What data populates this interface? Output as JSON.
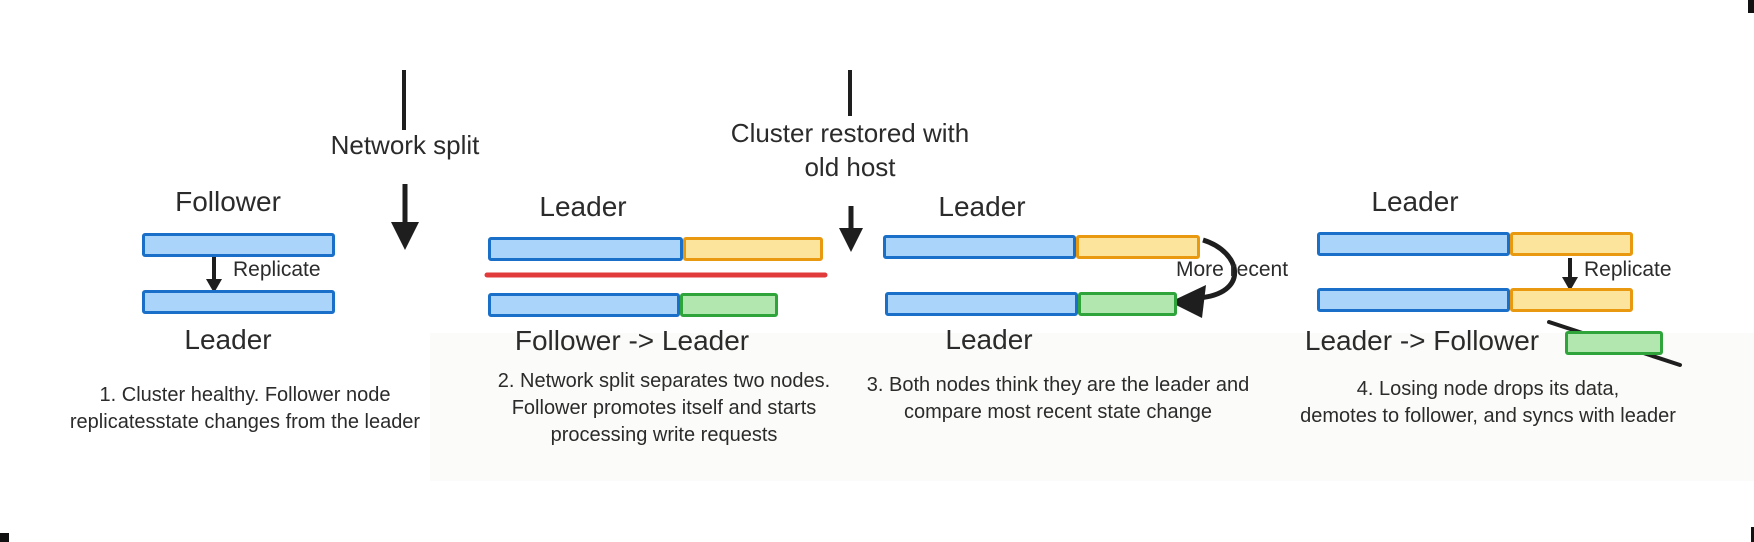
{
  "colors": {
    "bar-blue-fill": "#ABD4FA",
    "bar-blue-border": "#1A70C8",
    "bar-orange-fill": "#FCE49C",
    "bar-orange-border": "#E8990F",
    "bar-green-fill": "#B2E7AF",
    "bar-green-border": "#2FA43A",
    "split-line": "#E23B3B",
    "ink": "#1E1E1E",
    "text": "#2B2B2B"
  },
  "dividers": [
    {
      "lines": [
        "Network split"
      ]
    },
    {
      "lines": [
        "Cluster restored with",
        "old host"
      ]
    }
  ],
  "panels": [
    {
      "step": 1,
      "top_label": "Follower",
      "bottom_label": "Leader",
      "arrow_label": "Replicate",
      "top_bar_segments": [
        "blue"
      ],
      "bottom_bar_segments": [
        "blue"
      ],
      "caption_lines": [
        "1. Cluster healthy. Follower node",
        "replicatesstate changes from the leader"
      ]
    },
    {
      "step": 2,
      "top_label": "Leader",
      "bottom_label": "Follower -> Leader",
      "top_bar_segments": [
        "blue",
        "orange"
      ],
      "bottom_bar_segments": [
        "blue",
        "green"
      ],
      "split_line": "red divider between the two nodes",
      "caption_lines": [
        "2. Network split separates two nodes.",
        "Follower promotes itself and starts",
        "processing write requests"
      ]
    },
    {
      "step": 3,
      "top_label": "Leader",
      "bottom_label": "Leader",
      "annotation": "More recent",
      "top_bar_segments": [
        "blue",
        "orange"
      ],
      "bottom_bar_segments": [
        "blue",
        "green"
      ],
      "caption_lines": [
        "3. Both nodes think they are the leader and",
        "compare most recent state change"
      ]
    },
    {
      "step": 4,
      "top_label": "Leader",
      "bottom_label": "Leader -> Follower",
      "arrow_label": "Replicate",
      "top_bar_segments": [
        "blue",
        "orange"
      ],
      "bottom_bar_segments": [
        "blue",
        "orange"
      ],
      "dropped_segment": "green (crossed out)",
      "caption_lines": [
        "4. Losing node drops its data,",
        "demotes to follower, and syncs with leader"
      ]
    }
  ]
}
